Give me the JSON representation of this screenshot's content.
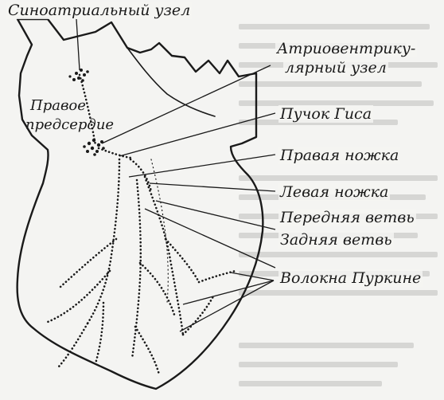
{
  "labels": {
    "sinoatrial": "Синоатриальный узел",
    "right_atrium_line1": "Правое",
    "right_atrium_line2": "предсердие",
    "av_node_line1": "Атриовентрику-",
    "av_node_line2": "лярный узел",
    "his_bundle": "Пучок Гиса",
    "right_branch": "Правая ножка",
    "left_branch": "Левая ножка",
    "anterior_branch": "Передняя ветвь",
    "posterior_branch": "Задняя ветвь",
    "purkinje": "Волокна Пуркине"
  },
  "colors": {
    "ink": "#1a1a1a",
    "paper": "#f4f4f2"
  }
}
